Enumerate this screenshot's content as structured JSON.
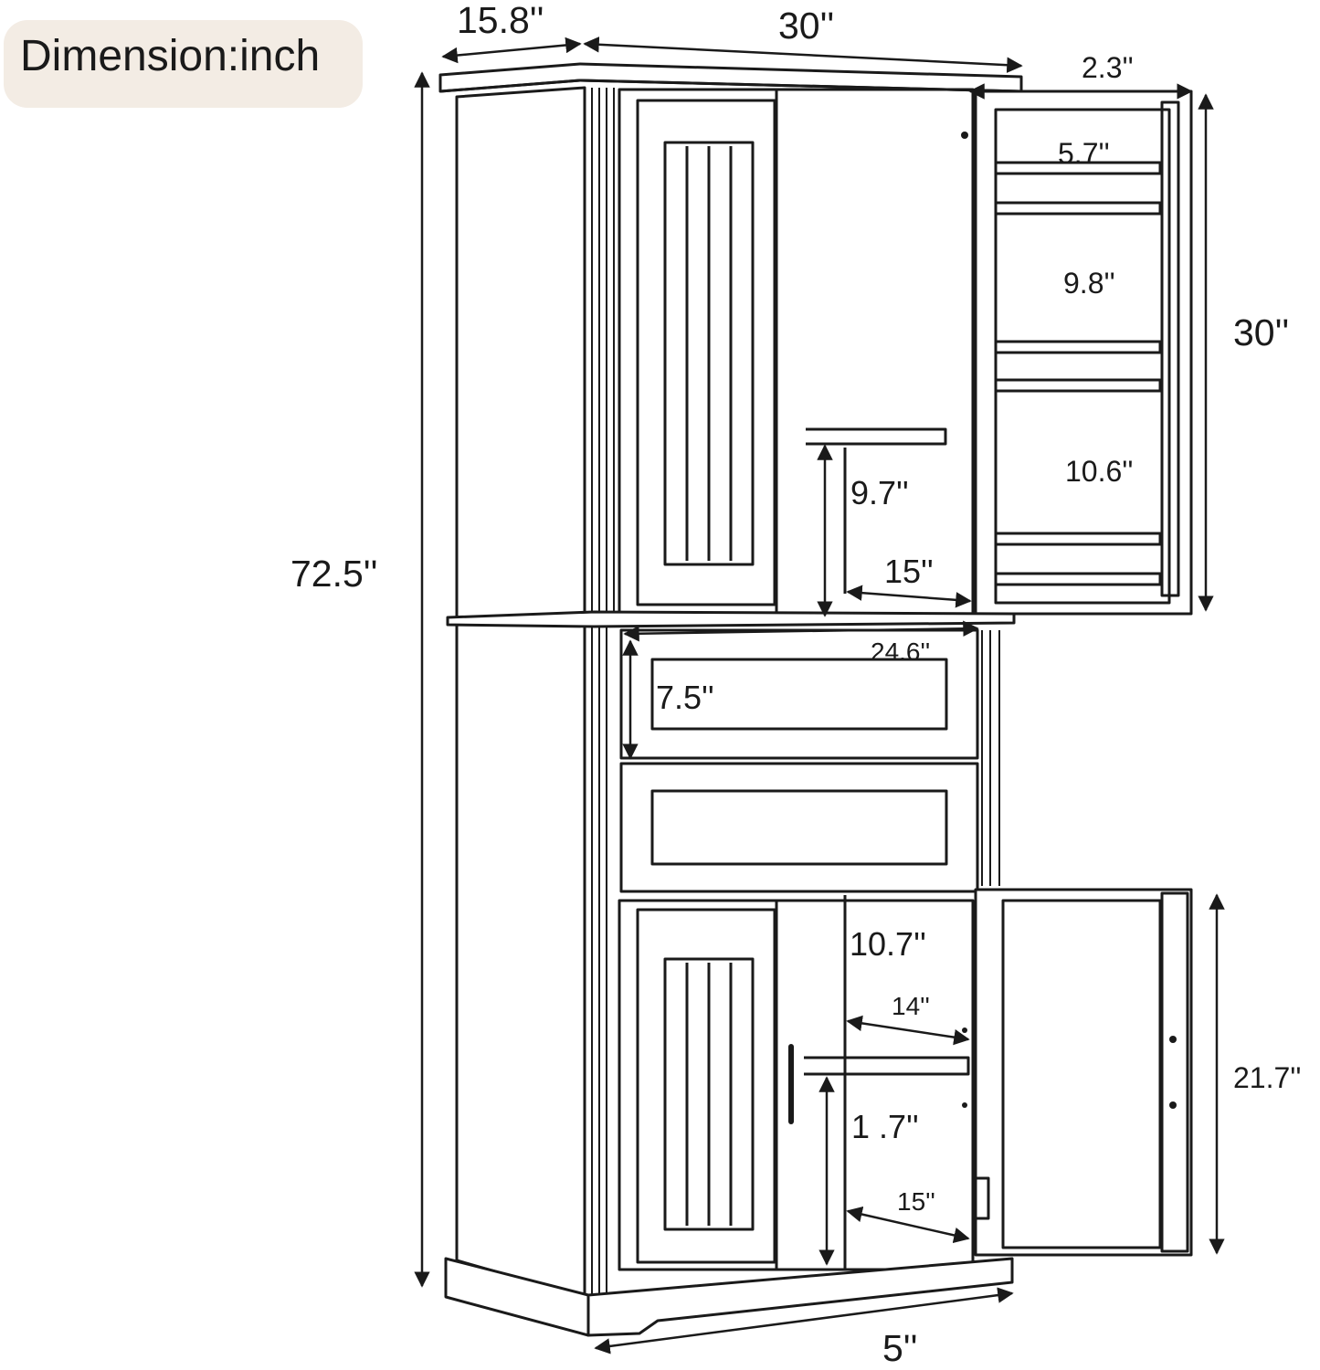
{
  "unit_label": "Dimension:inch",
  "dimensions": {
    "depth": "15.8''",
    "width": "30''",
    "door_rack_depth": "2.3''",
    "rack_gap_1": "5.7''",
    "rack_gap_2": "9.8''",
    "rack_gap_3": "10.6''",
    "upper_door_height": "30''",
    "total_height": "72.5''",
    "upper_shelf_height": "9.7''",
    "upper_inner_depth": "15''",
    "drawer_width": "24.6''",
    "drawer_height": "7.5''",
    "lower_top_gap": "10.7''",
    "lower_shelf_depth": "14''",
    "lower_door_height": "21.7''",
    "lower_bottom_gap": "1 .7''",
    "lower_inner_depth": "15''",
    "base_width": "5''"
  },
  "colors": {
    "line": "#1a1a1a",
    "badge_bg": "#f3ece4",
    "background": "#ffffff"
  }
}
